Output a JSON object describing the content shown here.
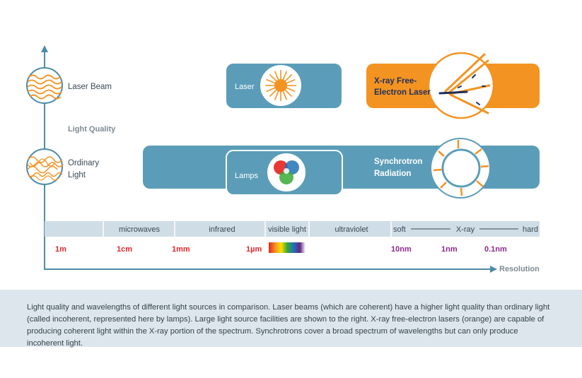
{
  "axes": {
    "y_label": "Light Quality",
    "x_label": "Resolution"
  },
  "legend": {
    "laser_beam": "Laser Beam",
    "ordinary_light_line1": "Ordinary",
    "ordinary_light_line2": "Light"
  },
  "sources": {
    "laser": "Laser",
    "xfel_line1": "X-ray Free-",
    "xfel_line2": "Electron Laser",
    "lamps": "Lamps",
    "synchrotron_line1": "Synchrotron",
    "synchrotron_line2": "Radiation"
  },
  "spectrum": {
    "bands": [
      "microwaves",
      "infrared",
      "visible light",
      "ultraviolet"
    ],
    "xray_soft": "soft",
    "xray_label": "X-ray",
    "xray_hard": "hard"
  },
  "wavelengths": [
    {
      "label": "1m",
      "color": "#e3262b"
    },
    {
      "label": "1cm",
      "color": "#e3262b"
    },
    {
      "label": "1mm",
      "color": "#e3262b"
    },
    {
      "label": "1µm",
      "color": "#e3262b"
    },
    {
      "label": "10nm",
      "color": "#8e2a8c"
    },
    {
      "label": "1nm",
      "color": "#8e2a8c"
    },
    {
      "label": "0.1nm",
      "color": "#8e2a8c"
    }
  ],
  "colors": {
    "teal": "#5b9db8",
    "orange": "#f39322",
    "axis": "#4e8ba8",
    "band_bar": "#cfdde6"
  },
  "caption": "Light quality and wavelengths of different light sources in comparison. Laser beams (which are coherent) have a higher light quality than ordinary light (called incoherent, represented here by lamps). Large light source facilities are shown to the right. X-ray free-electron lasers (orange) are capable of producing coherent light within the X-ray portion of the spectrum. Synchrotrons cover a broad spectrum of wavelengths but can only produce incoherent light."
}
